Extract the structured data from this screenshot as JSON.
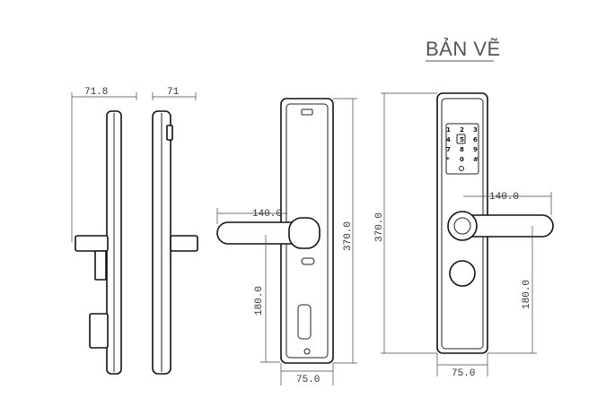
{
  "title": "BẢN VẼ",
  "dimensions": {
    "side_thickness": "71.8",
    "side_thickness_2": "71",
    "handle_length_front": "140.0",
    "body_height_front": "370.0",
    "handle_height_front": "180.0",
    "width_front": "75.0",
    "handle_length_back": "140.0",
    "body_height_back": "370.0",
    "handle_height_back": "180.0",
    "width_back": "75.0"
  },
  "keypad": {
    "keys": [
      "1",
      "2",
      "3",
      "4",
      "5",
      "6",
      "7",
      "8",
      "9",
      "*",
      "0",
      "#"
    ]
  }
}
